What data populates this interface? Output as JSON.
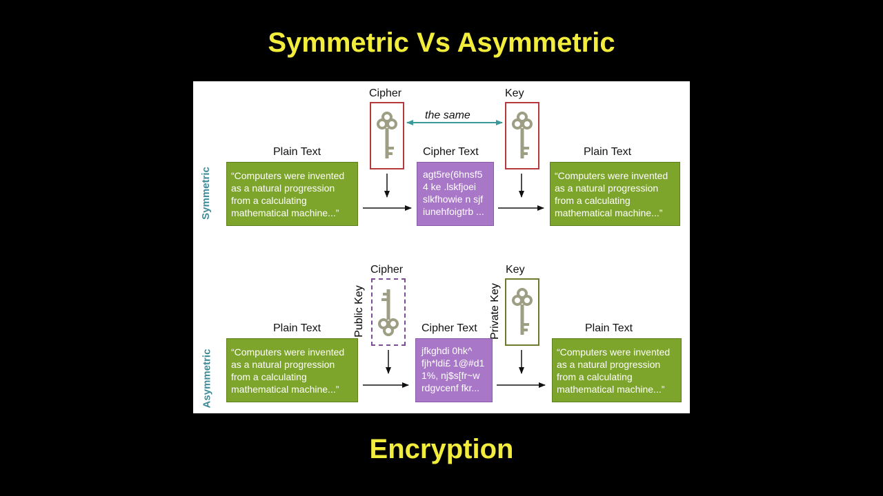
{
  "title": "Symmetric Vs Asymmetric",
  "subtitle": "Encryption",
  "colors": {
    "title": "#f2ec3c",
    "green_box": "#7da42b",
    "purple_box": "#a877c7",
    "symmetric_key_border": "#b5383a",
    "public_key_border": "#7b4b93",
    "private_key_border": "#6b7a2a",
    "side_label": "#3d8c98",
    "same_arrow": "#3a9a9a",
    "key_fill": "#b9b9a0"
  },
  "symmetric": {
    "side_label": "Symmetric",
    "cipher_label": "Cipher",
    "key_label": "Key",
    "same_label": "the same",
    "plain_label_left": "Plain Text",
    "cipher_text_label": "Cipher Text",
    "plain_label_right": "Plain Text",
    "plain_text_left": "“Computers were invented\nas a natural progression\nfrom a calculating\nmathematical machine...”",
    "cipher_text": "agt5re(6hnsf5\n4 ke .lskfjoei\nslkfhowie n sjf\niunehfoigtrb ...",
    "plain_text_right": "“Computers were invented\nas a natural progression\nfrom a calculating\nmathematical machine...”",
    "cipher_icon": "key-icon",
    "key_icon": "key-icon"
  },
  "asymmetric": {
    "side_label": "Asymmetric",
    "cipher_label": "Cipher",
    "key_label": "Key",
    "public_key_label": "Public Key",
    "private_key_label": "Private Key",
    "plain_label_left": "Plain Text",
    "cipher_text_label": "Cipher Text",
    "plain_label_right": "Plain Text",
    "plain_text_left": "“Computers were invented\nas a natural progression\nfrom a calculating\nmathematical machine...”",
    "cipher_text": "jfkghdi 0hk^\nfjh*ldi£ 1@#d1\n1%, nj$s[fr~w\nrdgvcenf fkr...",
    "plain_text_right": "“Computers were invented\nas a natural progression\nfrom a calculating\nmathematical machine...”",
    "cipher_icon": "key-icon",
    "key_icon": "key-icon"
  }
}
